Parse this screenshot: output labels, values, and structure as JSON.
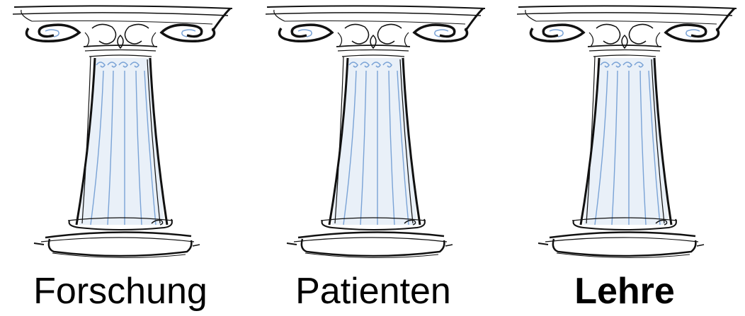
{
  "pillars": [
    {
      "label": "Forschung",
      "bold": false
    },
    {
      "label": "Patienten",
      "bold": false
    },
    {
      "label": "Lehre",
      "bold": true
    }
  ],
  "colors": {
    "ink": "#111111",
    "flute_accent": "#7aa3d6",
    "shade": "#e9f0f8",
    "text": "#000000"
  },
  "icons": [
    "column-icon",
    "column-icon",
    "column-icon"
  ]
}
